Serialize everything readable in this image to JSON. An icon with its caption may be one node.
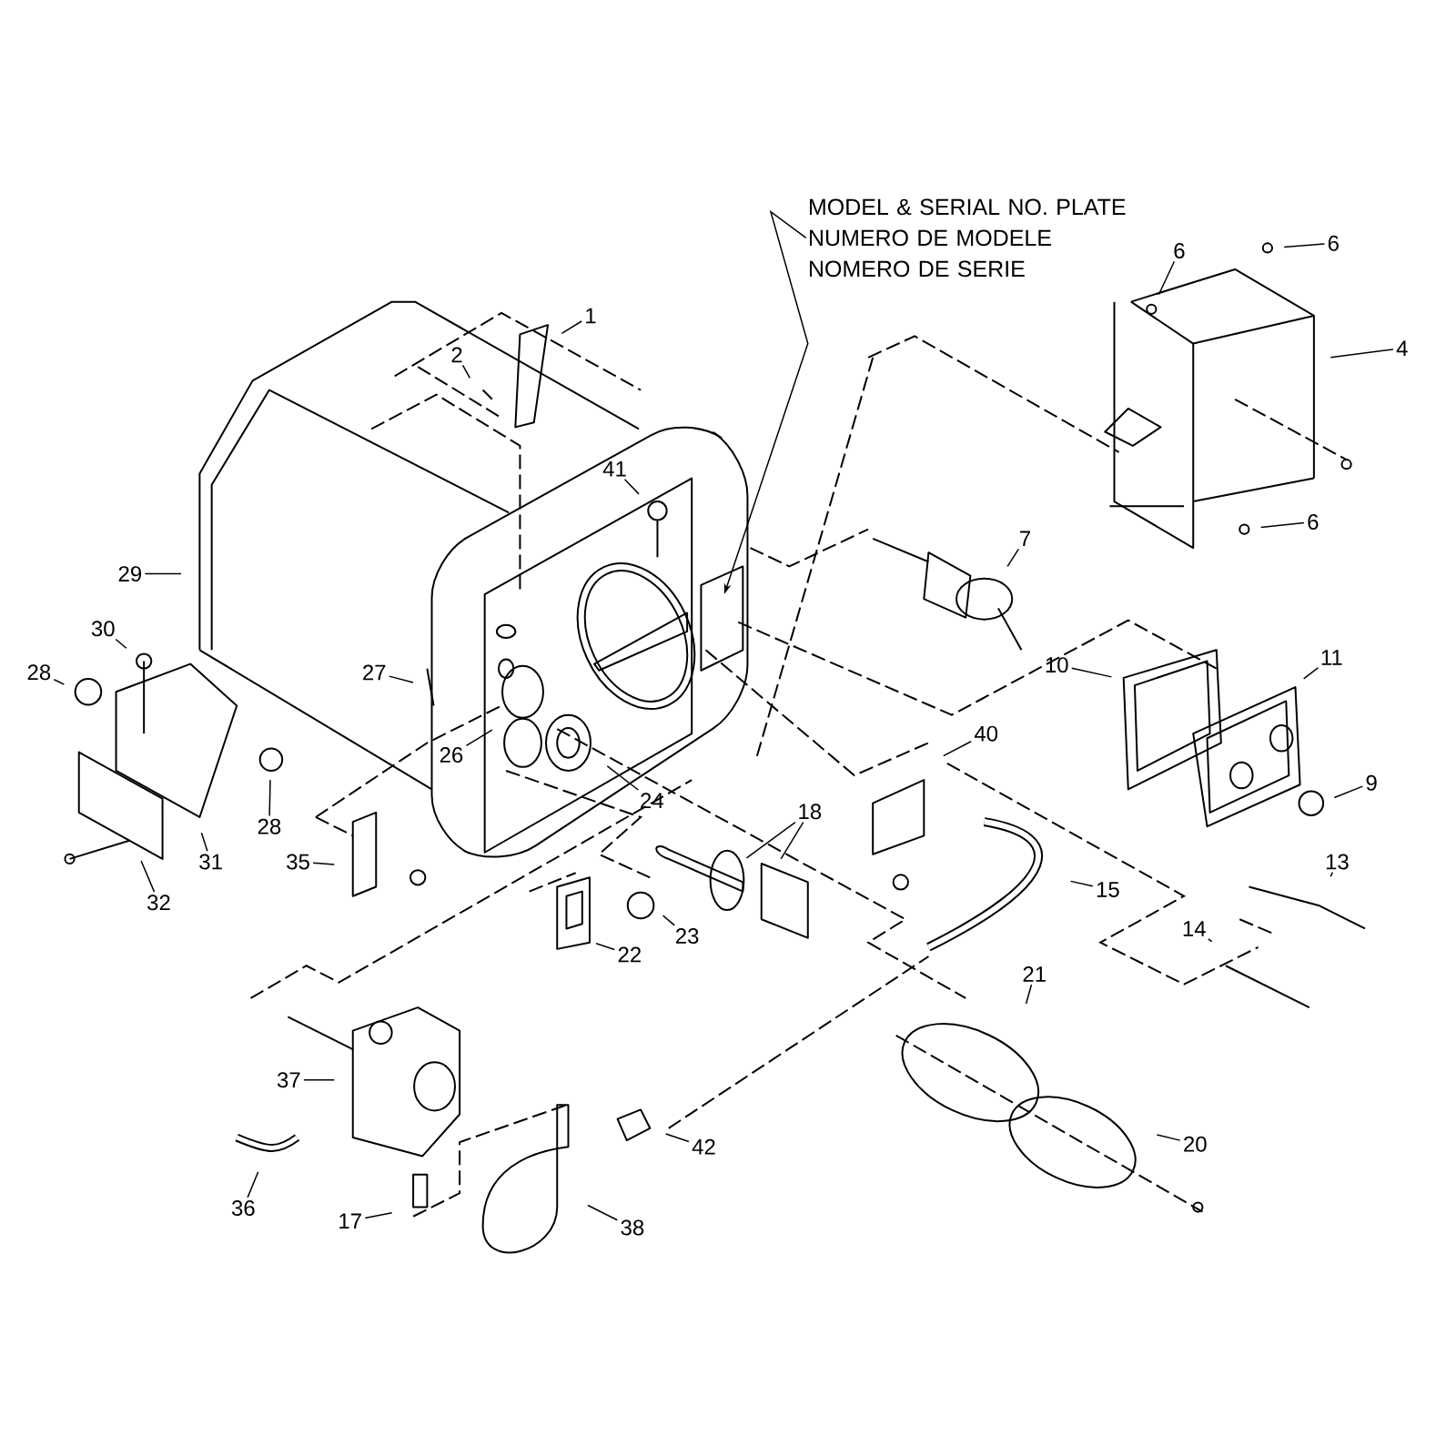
{
  "diagram": {
    "nodes": [
      {
        "text": [
          "MODEL & SERIAL NO. PLATE NUMERO DE MODELE NOMERO DE SERIE"
        ]
      },
      {
        "text": [
          "6"
        ]
      },
      {
        "text": [
          "6"
        ]
      },
      {
        "text": [
          "1"
        ]
      },
      {
        "text": [
          "4"
        ]
      },
      {
        "text": [
          "2"
        ]
      },
      {
        "text": [
          "41"
        ]
      },
      {
        "text": [
          "6"
        ]
      },
      {
        "text": [
          "7"
        ]
      },
      {
        "text": [
          "29"
        ]
      },
      {
        "text": [
          "30"
        ]
      },
      {
        "text": [
          "11"
        ]
      },
      {
        "text": [
          "10"
        ]
      },
      {
        "text": [
          "28"
        ]
      },
      {
        "text": [
          "27"
        ]
      },
      {
        "text": [
          "40"
        ]
      },
      {
        "text": [
          "26"
        ]
      },
      {
        "text": [
          "24"
        ]
      },
      {
        "text": [
          "9"
        ]
      },
      {
        "text": [
          "18"
        ]
      },
      {
        "text": [
          "28"
        ]
      },
      {
        "text": [
          "31"
        ]
      },
      {
        "text": [
          "35"
        ]
      },
      {
        "text": [
          "13"
        ]
      },
      {
        "text": [
          "15"
        ]
      },
      {
        "text": [
          "32"
        ]
      },
      {
        "text": [
          "14"
        ]
      },
      {
        "text": [
          "23"
        ]
      },
      {
        "text": [
          "22"
        ]
      },
      {
        "text": [
          "21"
        ]
      },
      {
        "text": [
          "37"
        ]
      },
      {
        "text": [
          "20"
        ]
      },
      {
        "text": [
          "42"
        ]
      },
      {
        "text": [
          "36"
        ]
      },
      {
        "text": [
          "17"
        ]
      },
      {
        "text": [
          "38"
        ]
      }
    ],
    "edges": [
      {
        "from": 0,
        "to": null,
        "arrow": "to"
      },
      {
        "from": 1,
        "to": null,
        "arrow": "none"
      },
      {
        "from": 2,
        "to": null,
        "arrow": "none"
      },
      {
        "from": 3,
        "to": null,
        "arrow": "none"
      },
      {
        "from": 4,
        "to": null,
        "arrow": "none"
      },
      {
        "from": 5,
        "to": null,
        "arrow": "none"
      },
      {
        "from": 6,
        "to": null,
        "arrow": "none"
      },
      {
        "from": 7,
        "to": null,
        "arrow": "none"
      },
      {
        "from": 8,
        "to": null,
        "arrow": "none"
      },
      {
        "from": 9,
        "to": null,
        "arrow": "none"
      },
      {
        "from": 10,
        "to": null,
        "arrow": "none"
      },
      {
        "from": 11,
        "to": null,
        "arrow": "none"
      },
      {
        "from": 12,
        "to": null,
        "arrow": "none"
      },
      {
        "from": 13,
        "to": null,
        "arrow": "none"
      },
      {
        "from": 14,
        "to": null,
        "arrow": "none"
      },
      {
        "from": 15,
        "to": null,
        "arrow": "none"
      },
      {
        "from": 16,
        "to": null,
        "arrow": "none"
      },
      {
        "from": 17,
        "to": null,
        "arrow": "none"
      },
      {
        "from": 18,
        "to": null,
        "arrow": "none"
      },
      {
        "from": 19,
        "to": null,
        "arrow": "none"
      },
      {
        "from": 19,
        "to": null,
        "arrow": "none"
      },
      {
        "from": 20,
        "to": null,
        "arrow": "none"
      },
      {
        "from": 21,
        "to": null,
        "arrow": "none"
      },
      {
        "from": 22,
        "to": null,
        "arrow": "none"
      },
      {
        "from": 23,
        "to": null,
        "arrow": "none"
      },
      {
        "from": 24,
        "to": null,
        "arrow": "none"
      },
      {
        "from": 25,
        "to": null,
        "arrow": "none"
      },
      {
        "from": 26,
        "to": null,
        "arrow": "none"
      },
      {
        "from": 27,
        "to": null,
        "arrow": "none"
      },
      {
        "from": 28,
        "to": null,
        "arrow": "none"
      },
      {
        "from": 29,
        "to": null,
        "arrow": "none"
      },
      {
        "from": 30,
        "to": null,
        "arrow": "none"
      },
      {
        "from": 31,
        "to": null,
        "arrow": "none"
      },
      {
        "from": 32,
        "to": null,
        "arrow": "none"
      },
      {
        "from": 33,
        "to": null,
        "arrow": "none"
      },
      {
        "from": 34,
        "to": null,
        "arrow": "none"
      },
      {
        "from": 35,
        "to": null,
        "arrow": "none"
      }
    ]
  }
}
